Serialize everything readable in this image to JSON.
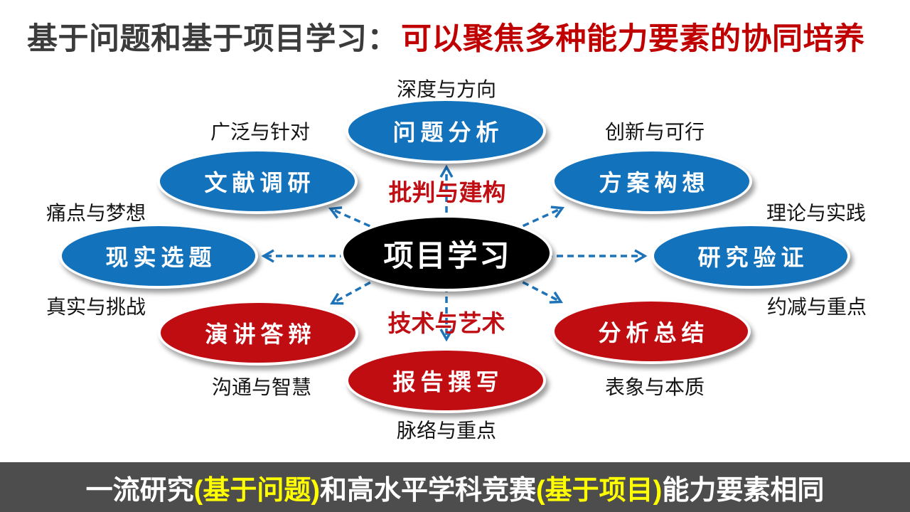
{
  "title": {
    "black_part": "基于问题和基于项目学习：",
    "red_part": "可以聚焦多种能力要素的协同培养"
  },
  "diagram": {
    "center_label": "项目学习",
    "nodes": [
      {
        "label": "问题分析",
        "color": "blue"
      },
      {
        "label": "文献调研",
        "color": "blue"
      },
      {
        "label": "方案构想",
        "color": "blue"
      },
      {
        "label": "现实选题",
        "color": "blue"
      },
      {
        "label": "研究验证",
        "color": "blue"
      },
      {
        "label": "演讲答辩",
        "color": "red"
      },
      {
        "label": "分析总结",
        "color": "red"
      },
      {
        "label": "报告撰写",
        "color": "red"
      }
    ],
    "annotations": [
      "深度与方向",
      "广泛与针对",
      "创新与可行",
      "痛点与梦想",
      "理论与实践",
      "真实与挑战",
      "约减与重点",
      "沟通与智慧",
      "表象与本质",
      "脉络与重点"
    ],
    "axis_labels": {
      "top": "批判与建构",
      "bottom": "技术与艺术"
    }
  },
  "footer": {
    "segments": [
      {
        "text": "一流研究",
        "color": "white"
      },
      {
        "text": "(基于问题)",
        "color": "yellow"
      },
      {
        "text": "和高水平学科竞赛",
        "color": "white"
      },
      {
        "text": "(基于项目)",
        "color": "yellow"
      },
      {
        "text": "能力要素相同",
        "color": "white"
      }
    ]
  },
  "colors": {
    "node_blue": "#1272BC",
    "node_red": "#C00D12",
    "center_black": "#000000",
    "arrow_blue": "#1E73B8",
    "title_dark": "#3B3B3B",
    "accent_red": "#C00000",
    "axis_red": "#C00F14",
    "footer_bg": "#4D4D4D",
    "footer_yellow": "#FFFF00"
  }
}
